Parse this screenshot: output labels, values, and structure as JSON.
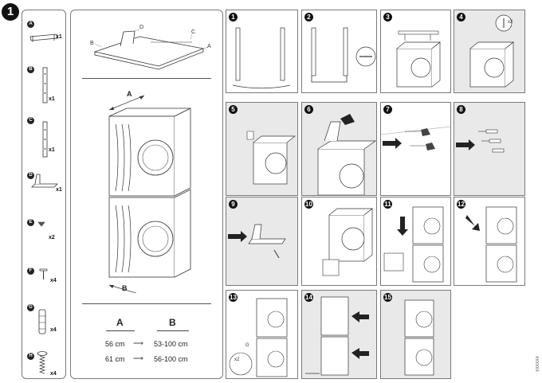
{
  "main_step": "1",
  "parts": [
    {
      "letter": "A",
      "qty": "x1"
    },
    {
      "letter": "B",
      "qty": "x1"
    },
    {
      "letter": "C",
      "qty": "x1"
    },
    {
      "letter": "D",
      "qty": "x1"
    },
    {
      "letter": "E",
      "qty": "x2"
    },
    {
      "letter": "F",
      "qty": "x4"
    },
    {
      "letter": "G",
      "qty": "x4"
    },
    {
      "letter": "H",
      "qty": "x4"
    }
  ],
  "assembly_labels": [
    "A",
    "B",
    "C",
    "D"
  ],
  "dimension_labels": {
    "top": "A",
    "bottom": "B"
  },
  "table": {
    "headers": [
      "A",
      "B"
    ],
    "rows": [
      {
        "a": "56 cm",
        "b": "53-100 cm"
      },
      {
        "a": "61 cm",
        "b": "56-100 cm"
      }
    ],
    "arrow": "⟶"
  },
  "steps": [
    {
      "num": "1"
    },
    {
      "num": "2"
    },
    {
      "num": "3"
    },
    {
      "num": "4"
    },
    {
      "num": "5"
    },
    {
      "num": "6"
    },
    {
      "num": "7"
    },
    {
      "num": "8"
    },
    {
      "num": "9"
    },
    {
      "num": "10"
    },
    {
      "num": "11"
    },
    {
      "num": "12"
    },
    {
      "num": "13"
    },
    {
      "num": "14"
    },
    {
      "num": "15"
    }
  ],
  "step4_callout": "x2",
  "step13_callouts": {
    "top": "x2",
    "bottom": "G"
  },
  "doc_code": "XXXXXX"
}
